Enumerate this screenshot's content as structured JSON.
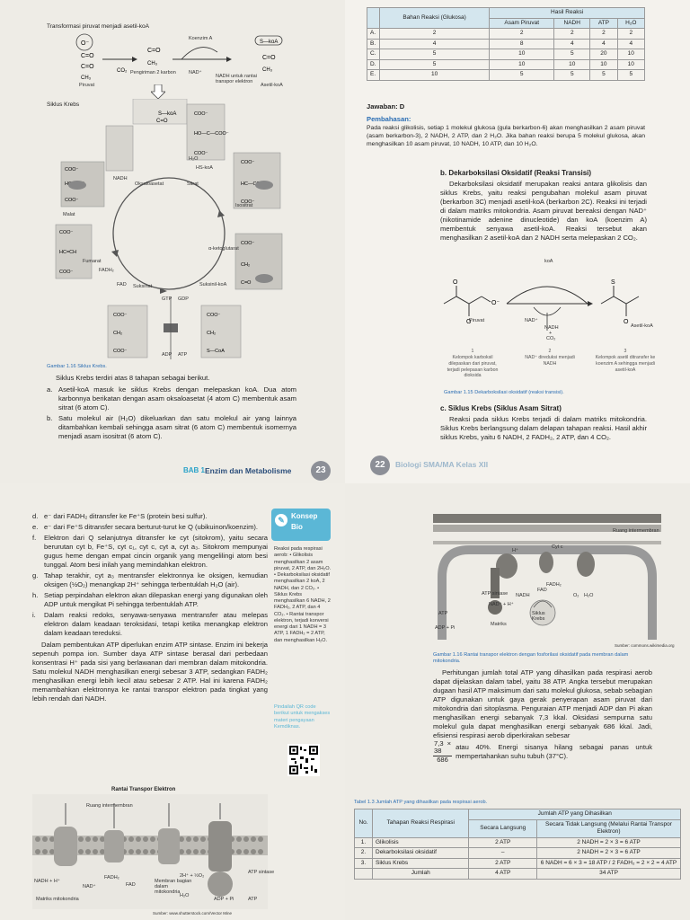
{
  "p1": {
    "fig_title_top": "Transformasi piruvat menjadi asetil-koA",
    "krebs_label": "Siklus Krebs",
    "caption": "Gambar 1.16 Siklus Krebs.",
    "intro": "Siklus Krebs terdiri atas 8 tahapan sebagai berikut.",
    "items": [
      {
        "k": "a.",
        "t": "Asetil-koA masuk ke siklus Krebs dengan melepaskan koA. Dua atom karbonnya berikatan dengan asam oksaloasetat (4 atom C) membentuk asam sitrat (6 atom C)."
      },
      {
        "k": "b.",
        "t": "Satu molekul air (H₂O) dikeluarkan dan satu molekul air yang lainnya ditambahkan kembali sehingga asam sitrat (6 atom C) membentuk isomernya menjadi asam isositrat (6 atom C)."
      }
    ],
    "footer_chapter": "BAB 1",
    "footer_title": "Enzim dan Metabolisme",
    "page_num": "23",
    "diag_labels": [
      "Koenzim A",
      "Piruvat",
      "Asetil-koA",
      "NAD⁺",
      "NADH untuk rantai transpor elektron",
      "Pengiriman 2 karbon",
      "CO₂",
      "Asetil-koA",
      "Oksaloasetat",
      "Sitrat",
      "Isositrat",
      "Malat",
      "Fumarat",
      "Suksinat",
      "Suksinil-koA",
      "α-ketoglutarat",
      "FADH₂",
      "FAD",
      "GTP",
      "GDP",
      "ADP",
      "ATP",
      "H₂O",
      "NADH",
      "HS-koA"
    ]
  },
  "p2": {
    "table": {
      "head_group": "Hasil Reaksi",
      "col_a": "Bahan Reaksi (Glukosa)",
      "cols": [
        "Asam Piruvat",
        "NADH",
        "ATP",
        "H₂O"
      ],
      "rows": [
        [
          "A.",
          "2",
          "2",
          "2",
          "2",
          "2"
        ],
        [
          "B.",
          "4",
          "8",
          "4",
          "4",
          "4"
        ],
        [
          "C.",
          "5",
          "10",
          "5",
          "20",
          "10"
        ],
        [
          "D.",
          "5",
          "10",
          "10",
          "10",
          "10"
        ],
        [
          "E.",
          "10",
          "5",
          "5",
          "5",
          "5"
        ]
      ]
    },
    "answer": "Jawaban: D",
    "discussion_label": "Pembahasan:",
    "discussion": "Pada reaksi glikolisis, setiap 1 molekul glukosa (gula berkarbon-6) akan menghasilkan 2 asam piruvat (asam berkarbon-3), 2 NADH, 2 ATP, dan 2 H₂O. Jika bahan reaksi berupa 5 molekul glukosa, akan menghasilkan 10 asam piruvat, 10 NADH, 10 ATP, dan 10 H₂O.",
    "heading_b": "b.  Dekarboksilasi Oksidatif (Reaksi Transisi)",
    "para_b": "Dekarboksilasi oksidatif merupakan reaksi antara glikolisis dan siklus Krebs, yaitu reaksi pengubahan molekul asam piruvat (berkarbon 3C) menjadi asetil-koA (berkarbon 2C). Reaksi ini terjadi di dalam matriks mitokondria. Asam piruvat bereaksi dengan NAD⁺ (nikotinamide adenine dinucleotide) dan koA (koenzim A) membentuk senyawa asetil-koA. Reaksi tersebut akan menghasilkan 2 asetil-koA dan 2 NADH serta melepaskan 2 CO₂.",
    "fig_labels": {
      "koa": "koA",
      "piruvat": "Piruvat",
      "nad": "NAD⁺",
      "nadh": "NADH",
      "co2": "CO₂",
      "asetil": "Asetil-koA",
      "plus": "+"
    },
    "steps": [
      {
        "n": "1",
        "t": "Kelompok karboksil dilepaskan dari piruvat, terjadi pelepasan karbon dioksida"
      },
      {
        "n": "2",
        "t": "NAD⁺ direduksi menjadi NADH"
      },
      {
        "n": "3",
        "t": "Kelompok asetil ditransfer ke koenzim A sehingga menjadi asetil-koA"
      }
    ],
    "caption": "Gambar 1.15 Dekarboksilasi oksidatif (reaksi transisi).",
    "heading_c": "c.  Siklus Krebs (Siklus Asam Sitrat)",
    "para_c": "Reaksi pada siklus Krebs terjadi di dalam matriks mitokondria. Siklus Krebs berlangsung dalam delapan tahapan reaksi. Hasil akhir siklus Krebs, yaitu 6 NADH, 2 FADH₂, 2 ATP, dan 4 CO₂.",
    "page_num": "22",
    "footer": "Biologi SMA/MA Kelas XII"
  },
  "p3": {
    "items": [
      {
        "k": "d.",
        "t": "e⁻ dari FADH₂ ditransfer ke Fe⁺S (protein besi sulfur)."
      },
      {
        "k": "e.",
        "t": "e⁻ dari Fe⁺S ditransfer secara berturut-turut ke Q (ubikuinon/koenzim)."
      },
      {
        "k": "f.",
        "t": "Elektron dari Q selanjutnya ditransfer ke cyt (sitokrom), yaitu secara berurutan cyt b, Fe⁺S, cyt c₁, cyt c, cyt a, cyt a₃. Sitokrom mempunyai gugus heme dengan empat cincin organik yang mengelilingi atom besi tunggal. Atom besi inilah yang memindahkan elektron."
      },
      {
        "k": "g.",
        "t": "Tahap terakhir, cyt a₃ mentransfer elektronnya ke oksigen, kemudian oksigen (½O₂) menangkap 2H⁺ sehingga terbentuklah H₂O (air)."
      },
      {
        "k": "h.",
        "t": "Setiap perpindahan elektron akan dilepaskan energi yang digunakan oleh ADP untuk mengikat Pi sehingga terbentuklah ATP."
      },
      {
        "k": "i.",
        "t": "Dalam reaksi redoks, senyawa-senyawa mentransfer atau melepas elektron dalam keadaan teroksidasi, tetapi ketika menangkap elektron dalam keadaan tereduksi."
      }
    ],
    "para": "Dalam pembentukan ATP diperlukan enzim ATP sintase. Enzim ini bekerja sepenuh pompa ion. Sumber daya ATP sintase berasal dari perbedaan konsentrasi H⁺ pada sisi yang berlawanan dari membran dalam mitokondria. Satu molekul NADH menghasilkan energi sebesar 3 ATP, sedangkan FADH₂ menghasilkan energi lebih kecil atau sebesar 2 ATP. Hal ini karena FADH₂ memambahkan elektronnya ke rantai transpor elektron pada tingkat yang lebih rendah dari NADH.",
    "side_title1": "Konsep",
    "side_title2": "Bio",
    "side_note": "Reaksi pada respirasi aerob: • Glikolisis menghasilkan 2 asam piruvat, 2 ATP, dan 2H₂O. • Dekarboksilasi oksidatif menghasilkan 2 koA, 2 NADH, dan 2 CO₂. • Siklus Krebs menghasilkan 6 NADH, 2 FADH₂, 2 ATP, dan 4 CO₂. • Rantai transpor elektron, terjadi konversi energi dari 1 NADH = 3 ATP, 1 FADH₂ = 2 ATP, dan menghasilkan H₂O.",
    "qr_note": "Pindailah QR code berikut untuk mengakses materi pengayaan Kemdiknas.",
    "fig_title": "Rantai Transpor Elektron",
    "fig_labels": [
      "Ruang intermembran",
      "NADH + H⁺",
      "NAD⁺",
      "FADH₂",
      "FAD",
      "Membran bagian dalam mitokondria",
      "Matriks mitokondria",
      "2H⁺ + ½O₂",
      "H₂O",
      "ADP + Pi",
      "ATP",
      "ATP sintase"
    ],
    "source": "Sumber: www.shutterstock.com/Vector Mine"
  },
  "p4": {
    "fig_labels": [
      "Ruang intermembran",
      "Cyt c",
      "ATP sintase",
      "NADH",
      "FAD",
      "ATP",
      "ADP + Pi",
      "NAD⁺ + H⁺",
      "Matriks",
      "Siklus Krebs",
      "O₂",
      "H₂O",
      "H⁺",
      "FADH₂"
    ],
    "source": "Sumber: commons.wikimedia.org",
    "caption": "Gambar 1.16 Rantai transpor elektron dengan fosforilasi oksidatif pada membran dalam mitokondria.",
    "para": "Perhitungan jumlah total ATP yang dihasilkan pada respirasi aerob dapat dijelaskan dalam tabel, yaitu 38 ATP. Angka tersebut merupakan dugaan hasil ATP maksimum dari satu molekul glukosa, sebab sebagian ATP digunakan untuk gaya gerak penyerapan asam piruvat dari mitokondria dari sitoplasma. Penguraian ATP menjadi ADP dan Pi akan menghasilkan energi sebanyak 7,3 kkal. Oksidasi sempurna satu molekul gula dapat menghasilkan energi sebanyak 686 kkal. Jadi, efisiensi respirasi aerob diperkirakan sebesar",
    "frac_top": "7,3 × 38",
    "frac_bottom": "686",
    "frac_tail": "atau 40%. Energi sisanya hilang sebagai panas untuk mempertahankan suhu tubuh (37°C).",
    "table_caption": "Tabel 1.3 Jumlah ATP yang dihasilkan pada respirasi aerob.",
    "table": {
      "h_no": "No.",
      "h_stage": "Tahapan Reaksi Respirasi",
      "h_group": "Jumlah ATP yang Dihasilkan",
      "h_direct": "Secara Langsung",
      "h_indirect": "Secara Tidak Langsung (Melalui Rantai Transpor Elektron)",
      "rows": [
        [
          "1.",
          "Glikolisis",
          "2 ATP",
          "2 NADH = 2 × 3 = 6 ATP"
        ],
        [
          "2.",
          "Dekarboksilasi oksidatif",
          "–",
          "2 NADH = 2 × 3 = 6 ATP"
        ],
        [
          "3.",
          "Siklus Krebs",
          "2 ATP",
          "6 NADH = 6 × 3 = 18 ATP / 2 FADH₂ = 2 × 2 = 4 ATP"
        ]
      ],
      "total_label": "Jumlah",
      "total_direct": "4 ATP",
      "total_indirect": "34 ATP"
    }
  }
}
